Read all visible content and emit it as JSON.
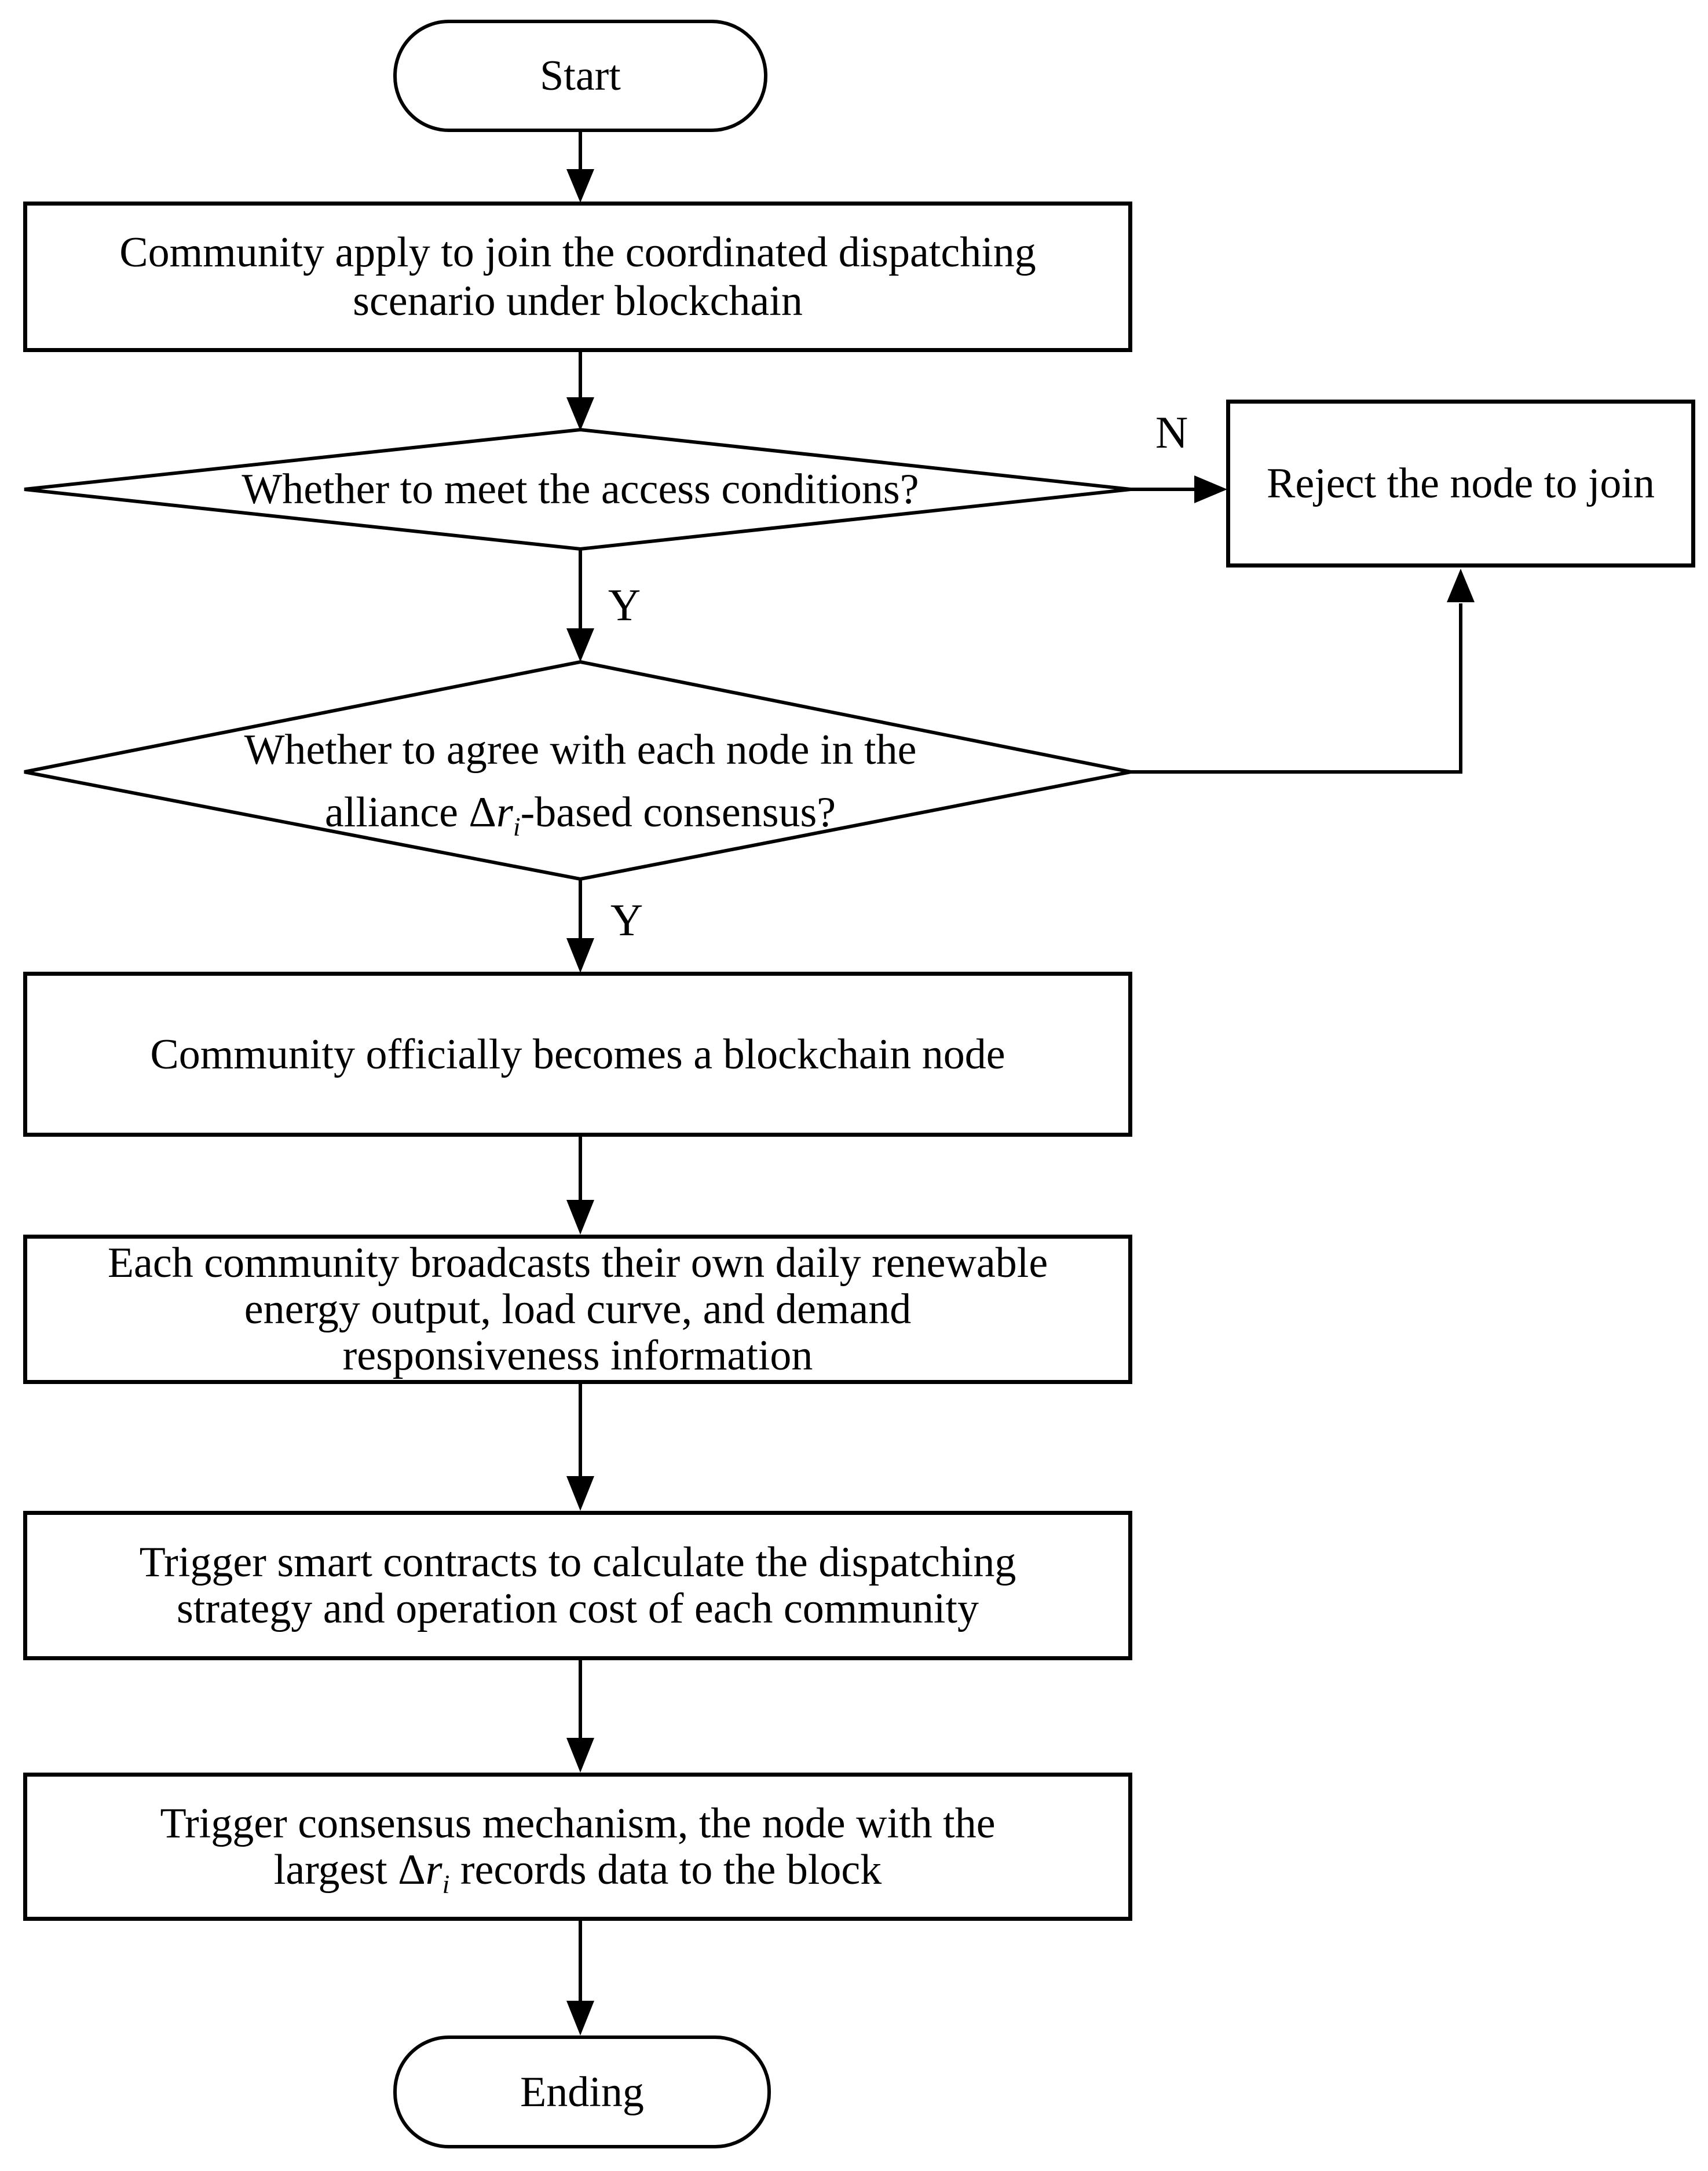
{
  "colors": {
    "background": "#ffffff",
    "stroke": "#000000",
    "text": "#000000"
  },
  "nodes": {
    "start": {
      "label": "Start"
    },
    "apply": {
      "lines": [
        "Community apply to join the coordinated dispatching",
        "scenario under blockchain"
      ]
    },
    "access_decision": {
      "question": "Whether to meet the access conditions?"
    },
    "reject": {
      "label": "Reject the node to join"
    },
    "consensus_decision": {
      "line1": "Whether to agree with each node in the",
      "line2_pre": "alliance Δ",
      "line2_var": "r",
      "line2_sub": "i",
      "line2_post": "-based consensus?"
    },
    "become_node": {
      "label": "Community officially becomes a blockchain node"
    },
    "broadcast": {
      "lines": [
        "Each community broadcasts their own daily renewable",
        "energy output, load curve, and demand",
        "responsiveness information"
      ]
    },
    "smart_contracts": {
      "lines": [
        "Trigger smart contracts to calculate the dispatching",
        "strategy and operation cost of each community"
      ]
    },
    "consensus_mechanism": {
      "line1": "Trigger consensus mechanism, the node with the",
      "line2_pre": "largest Δ",
      "line2_var": "r",
      "line2_sub": "i",
      "line2_post": " records data to the block"
    },
    "ending": {
      "label": "Ending"
    }
  },
  "edge_labels": {
    "no": "N",
    "yes_access": "Y",
    "yes_consensus": "Y"
  }
}
